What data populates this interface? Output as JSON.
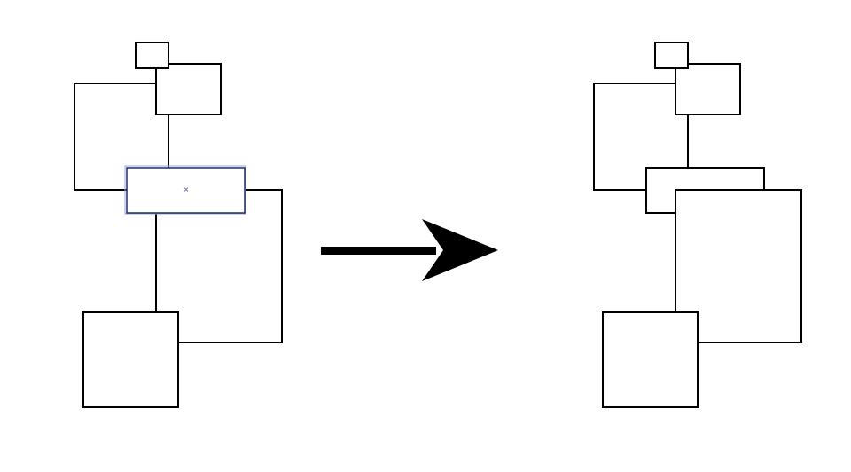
{
  "diagram": {
    "before": {
      "shapes": [
        "box-1",
        "box-2",
        "box-3",
        "box-4",
        "box-5",
        "box-6"
      ],
      "selected_shape": "box-4",
      "center_marker": "×"
    },
    "transition": {
      "arrow_icon": "arrow-right-icon"
    },
    "after": {
      "shapes": [
        "box-1",
        "box-2",
        "box-3",
        "box-4",
        "box-5",
        "box-6"
      ]
    }
  },
  "colors": {
    "stroke": "#000000",
    "fill": "#ffffff",
    "selection": "#1f2d6b",
    "arrow": "#000000"
  }
}
